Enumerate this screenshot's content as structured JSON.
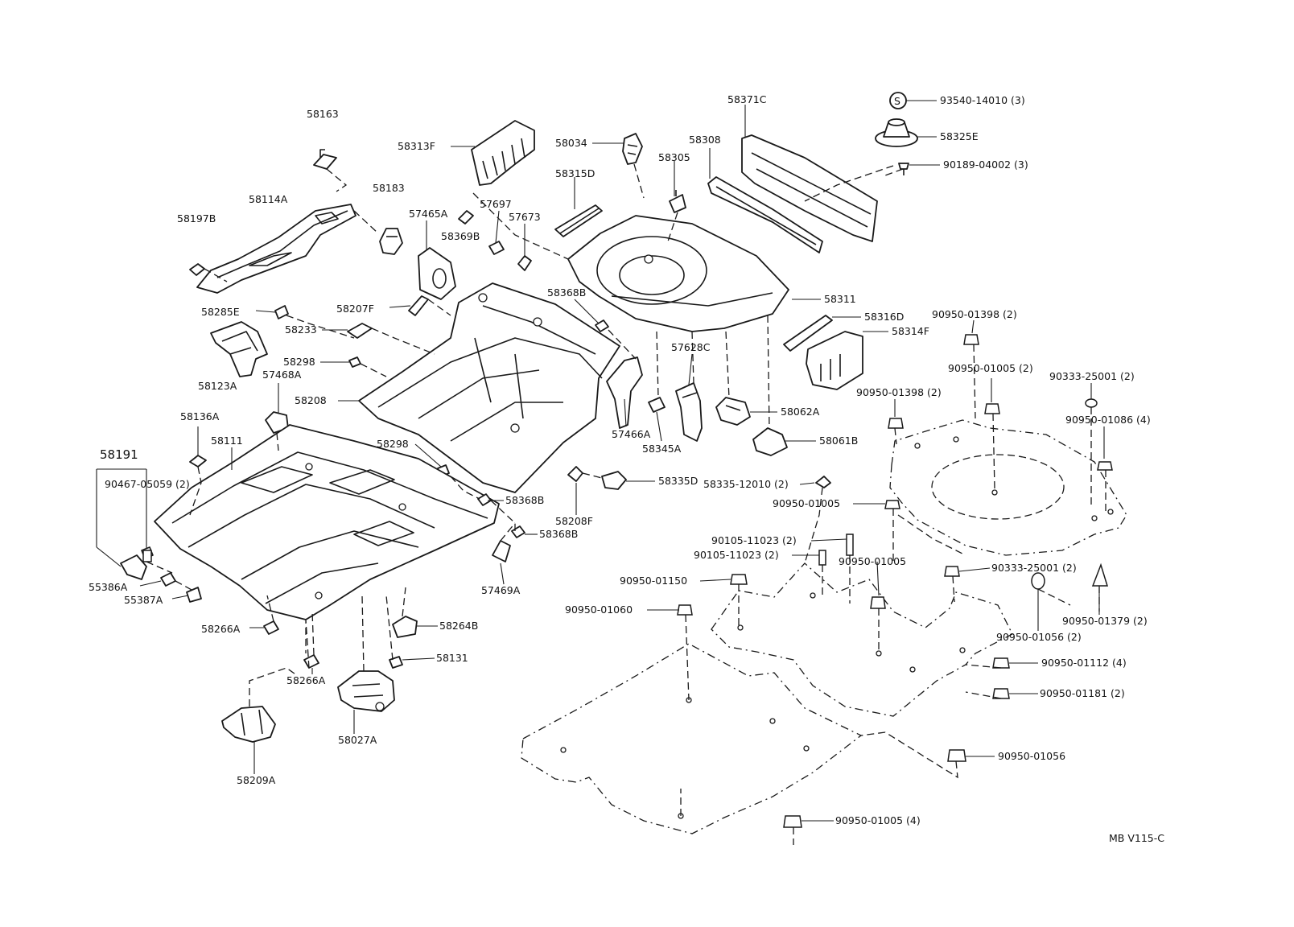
{
  "diagram": {
    "drawing_code": "MB V115-C",
    "circle_symbol": "S",
    "callouts": [
      {
        "id": "c1",
        "text": "58163"
      },
      {
        "id": "c2",
        "text": "58114A"
      },
      {
        "id": "c3",
        "text": "58197B"
      },
      {
        "id": "c4",
        "text": "58183"
      },
      {
        "id": "c5",
        "text": "58313F"
      },
      {
        "id": "c6",
        "text": "58034"
      },
      {
        "id": "c7",
        "text": "58315D"
      },
      {
        "id": "c8",
        "text": "58305"
      },
      {
        "id": "c9",
        "text": "58308"
      },
      {
        "id": "c10",
        "text": "58371C"
      },
      {
        "id": "c11",
        "text": "93540-14010 (3)"
      },
      {
        "id": "c12",
        "text": "58325E"
      },
      {
        "id": "c13",
        "text": "90189-04002 (3)"
      },
      {
        "id": "c14",
        "text": "57465A"
      },
      {
        "id": "c15",
        "text": "57697"
      },
      {
        "id": "c16",
        "text": "57673"
      },
      {
        "id": "c17",
        "text": "58369B"
      },
      {
        "id": "c18",
        "text": "58285E"
      },
      {
        "id": "c19",
        "text": "58233"
      },
      {
        "id": "c20",
        "text": "58207F"
      },
      {
        "id": "c21",
        "text": "58368B"
      },
      {
        "id": "c22",
        "text": "58311"
      },
      {
        "id": "c23",
        "text": "58316D"
      },
      {
        "id": "c24",
        "text": "58314F"
      },
      {
        "id": "c25",
        "text": "58123A"
      },
      {
        "id": "c26",
        "text": "58298"
      },
      {
        "id": "c27",
        "text": "57468A"
      },
      {
        "id": "c28",
        "text": "58208"
      },
      {
        "id": "c29",
        "text": "57628C"
      },
      {
        "id": "c30",
        "text": "57466A"
      },
      {
        "id": "c31",
        "text": "58345A"
      },
      {
        "id": "c32",
        "text": "58062A"
      },
      {
        "id": "c33",
        "text": "58061B"
      },
      {
        "id": "c34",
        "text": "90950-01398 (2)"
      },
      {
        "id": "c35",
        "text": "90950-01005 (2)"
      },
      {
        "id": "c36",
        "text": "90333-25001 (2)"
      },
      {
        "id": "c37",
        "text": "90950-01398 (2)"
      },
      {
        "id": "c38",
        "text": "90950-01086 (4)"
      },
      {
        "id": "c39",
        "text": "58136A"
      },
      {
        "id": "c40",
        "text": "58111"
      },
      {
        "id": "c41",
        "text": "58191"
      },
      {
        "id": "c42",
        "text": "90467-05059 (2)"
      },
      {
        "id": "c43",
        "text": "58298"
      },
      {
        "id": "c44",
        "text": "58335D"
      },
      {
        "id": "c45",
        "text": "58335-12010 (2)"
      },
      {
        "id": "c46",
        "text": "58368B"
      },
      {
        "id": "c47",
        "text": "58208F"
      },
      {
        "id": "c48",
        "text": "58368B"
      },
      {
        "id": "c49",
        "text": "90950-01005"
      },
      {
        "id": "c50",
        "text": "90105-11023 (2)"
      },
      {
        "id": "c51",
        "text": "90105-11023 (2)"
      },
      {
        "id": "c52",
        "text": "90950-01005"
      },
      {
        "id": "c53",
        "text": "90333-25001 (2)"
      },
      {
        "id": "c54",
        "text": "55386A"
      },
      {
        "id": "c55",
        "text": "55387A"
      },
      {
        "id": "c56",
        "text": "57469A"
      },
      {
        "id": "c57",
        "text": "90950-01150"
      },
      {
        "id": "c58",
        "text": "90950-01060"
      },
      {
        "id": "c59",
        "text": "90950-01379 (2)"
      },
      {
        "id": "c60",
        "text": "90950-01056 (2)"
      },
      {
        "id": "c61",
        "text": "58266A"
      },
      {
        "id": "c62",
        "text": "58264B"
      },
      {
        "id": "c63",
        "text": "58131"
      },
      {
        "id": "c64",
        "text": "90950-01112 (4)"
      },
      {
        "id": "c65",
        "text": "58266A"
      },
      {
        "id": "c66",
        "text": "90950-01181 (2)"
      },
      {
        "id": "c67",
        "text": "58027A"
      },
      {
        "id": "c68",
        "text": "90950-01056"
      },
      {
        "id": "c69",
        "text": "58209A"
      },
      {
        "id": "c70",
        "text": "90950-01005 (4)"
      }
    ]
  }
}
